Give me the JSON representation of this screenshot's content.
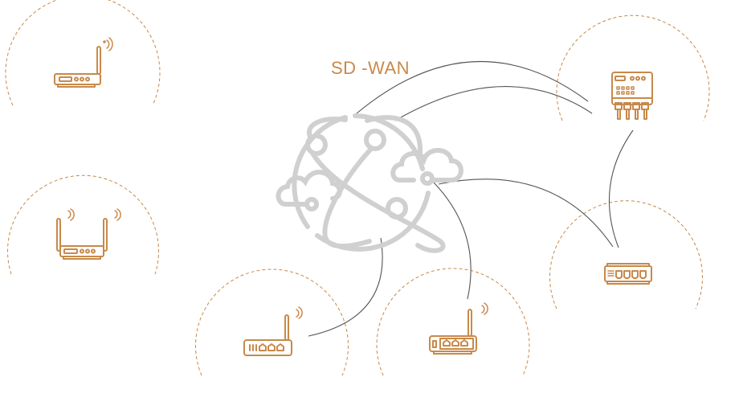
{
  "title": "SD -WAN",
  "colors": {
    "accent": "#c8894a",
    "connection": "#555555",
    "globe": "#d0d0d0",
    "background": "#ffffff"
  },
  "hub": {
    "icon": "globe-network-cloud-icon",
    "label": "SD -WAN"
  },
  "nodes": [
    {
      "id": "router-top-left",
      "icon": "wifi-router-single-antenna-icon",
      "position": "top-left"
    },
    {
      "id": "router-mid-left",
      "icon": "wifi-router-dual-antenna-icon",
      "position": "middle-left"
    },
    {
      "id": "router-bottom-left",
      "icon": "wifi-router-3-port-icon",
      "position": "bottom-center-left"
    },
    {
      "id": "router-bottom-center",
      "icon": "wifi-router-3-port-compact-icon",
      "position": "bottom-center"
    },
    {
      "id": "switch-right",
      "icon": "network-switch-4-port-icon",
      "position": "right"
    },
    {
      "id": "patch-panel-top-right",
      "icon": "patch-panel-device-icon",
      "position": "top-right"
    }
  ],
  "connections": [
    {
      "from": "hub",
      "to": "patch-panel-top-right"
    },
    {
      "from": "hub",
      "to": "patch-panel-top-right"
    },
    {
      "from": "hub",
      "to": "switch-right"
    },
    {
      "from": "patch-panel-top-right",
      "to": "switch-right"
    },
    {
      "from": "hub",
      "to": "router-bottom-left"
    },
    {
      "from": "hub",
      "to": "router-bottom-center"
    }
  ]
}
